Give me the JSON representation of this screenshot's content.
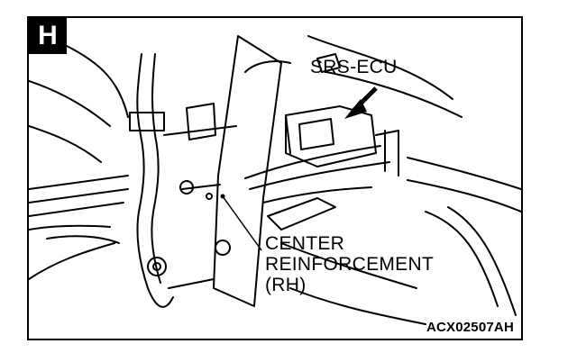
{
  "figure": {
    "badge": "H",
    "labels": {
      "srs_ecu": "SRS-ECU",
      "center_line1": "CENTER",
      "center_line2": "REINFORCEMENT",
      "center_line3": "(RH)"
    },
    "figure_code": "ACX02507AH"
  }
}
